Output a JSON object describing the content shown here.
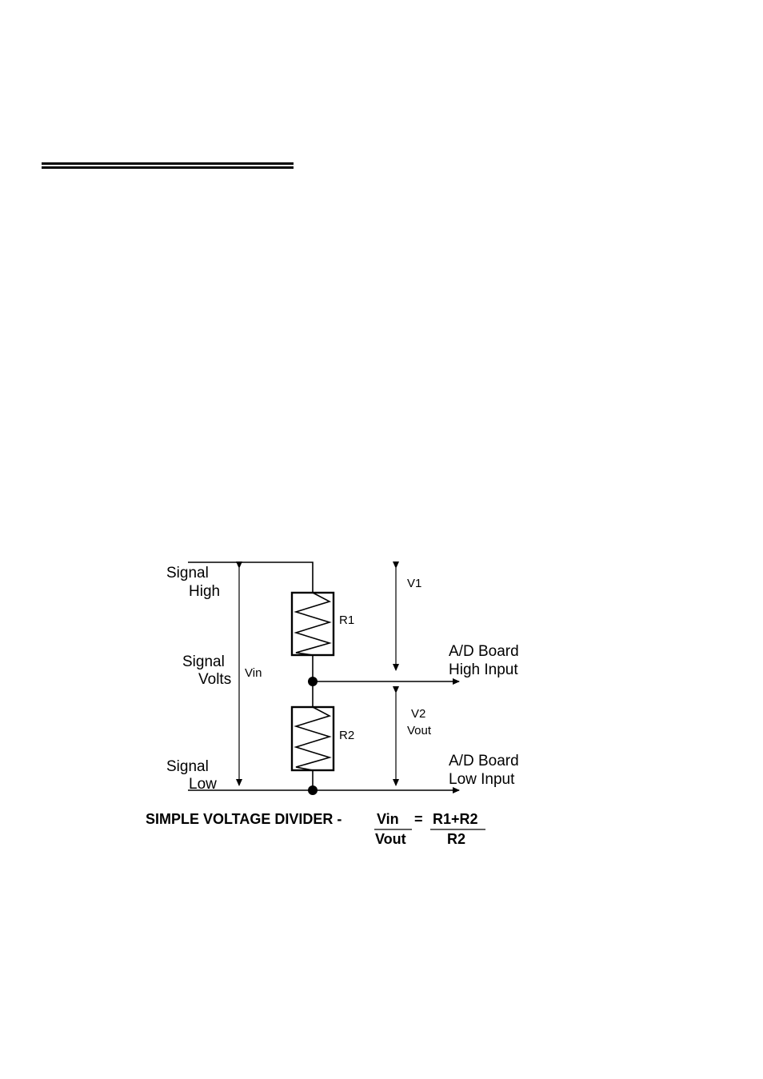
{
  "diagram": {
    "labels": {
      "signal_high": [
        "Signal",
        "High"
      ],
      "signal_volts": [
        "Signal",
        "Volts"
      ],
      "signal_low": [
        "Signal",
        "Low"
      ],
      "vin": "Vin",
      "r1": "R1",
      "r2": "R2",
      "v1": "V1",
      "v2": [
        "V2",
        "Vout"
      ],
      "ad_high": [
        "A/D Board",
        "High Input"
      ],
      "ad_low": [
        "A/D Board",
        "Low Input"
      ]
    },
    "caption": {
      "title": "SIMPLE VOLTAGE DIVIDER -",
      "lhs_num": "Vin",
      "lhs_den": "Vout",
      "equals": "=",
      "rhs_num": "R1+R2",
      "rhs_den": "R2"
    }
  }
}
